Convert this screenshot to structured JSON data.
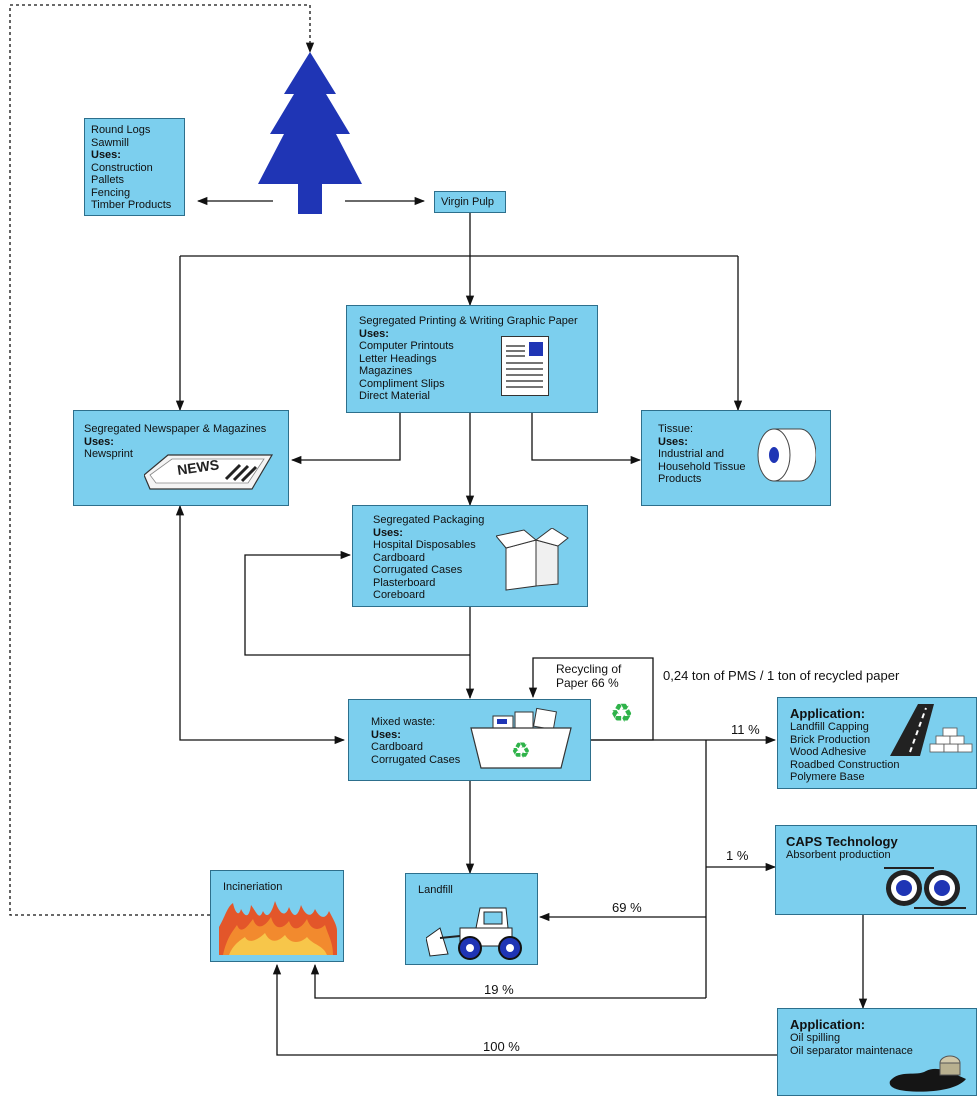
{
  "colors": {
    "box_fill": "#7ccfee",
    "tree": "#1f35b5",
    "recycle": "#2fb34a"
  },
  "round_logs": {
    "title_lines": [
      "Round Logs",
      "Sawmill"
    ],
    "uses_label": "Uses:",
    "items": [
      "Construction",
      "Pallets",
      "Fencing",
      "Timber Products"
    ]
  },
  "virgin_pulp": {
    "label": "Virgin Pulp"
  },
  "printing": {
    "title": "Segregated Printing & Writing Graphic Paper",
    "uses_label": "Uses:",
    "items": [
      "Computer Printouts",
      "Letter Headings",
      "Magazines",
      "Compliment Slips",
      "Direct Material"
    ]
  },
  "newspaper": {
    "title": "Segregated Newspaper & Magazines",
    "uses_label": "Uses:",
    "items": [
      "Newsprint"
    ],
    "icon_text": "NEWS"
  },
  "tissue": {
    "title": "Tissue:",
    "uses_label": "Uses:",
    "items": [
      "Industrial and",
      "Household Tissue",
      "Products"
    ]
  },
  "packaging": {
    "title": "Segregated Packaging",
    "uses_label": "Uses:",
    "items": [
      "Hospital Disposables",
      "Cardboard",
      "Corrugated Cases",
      "Plasterboard",
      "Coreboard"
    ]
  },
  "mixed": {
    "title": "Mixed waste:",
    "uses_label": "Uses:",
    "items": [
      "Cardboard",
      "Corrugated Cases"
    ]
  },
  "recycling": {
    "line1": "Recycling of",
    "line2": "Paper 66 %"
  },
  "pms_label": "0,24 ton of PMS / 1 ton of recycled paper",
  "application1": {
    "title": "Application:",
    "items": [
      "Landfill Capping",
      "Brick Production",
      "Wood Adhesive",
      "Roadbed Construction",
      "Polymere Base"
    ]
  },
  "caps": {
    "title": "CAPS Technology",
    "subtitle": "Absorbent production"
  },
  "application2": {
    "title": "Application:",
    "items": [
      "Oil spilling",
      "Oil separator maintenace"
    ]
  },
  "landfill": {
    "title": "Landfill"
  },
  "incineration": {
    "title": "Incineriation"
  },
  "percentages": {
    "p11": "11 %",
    "p1": "1 %",
    "p69": "69 %",
    "p19": "19 %",
    "p100": "100 %"
  }
}
